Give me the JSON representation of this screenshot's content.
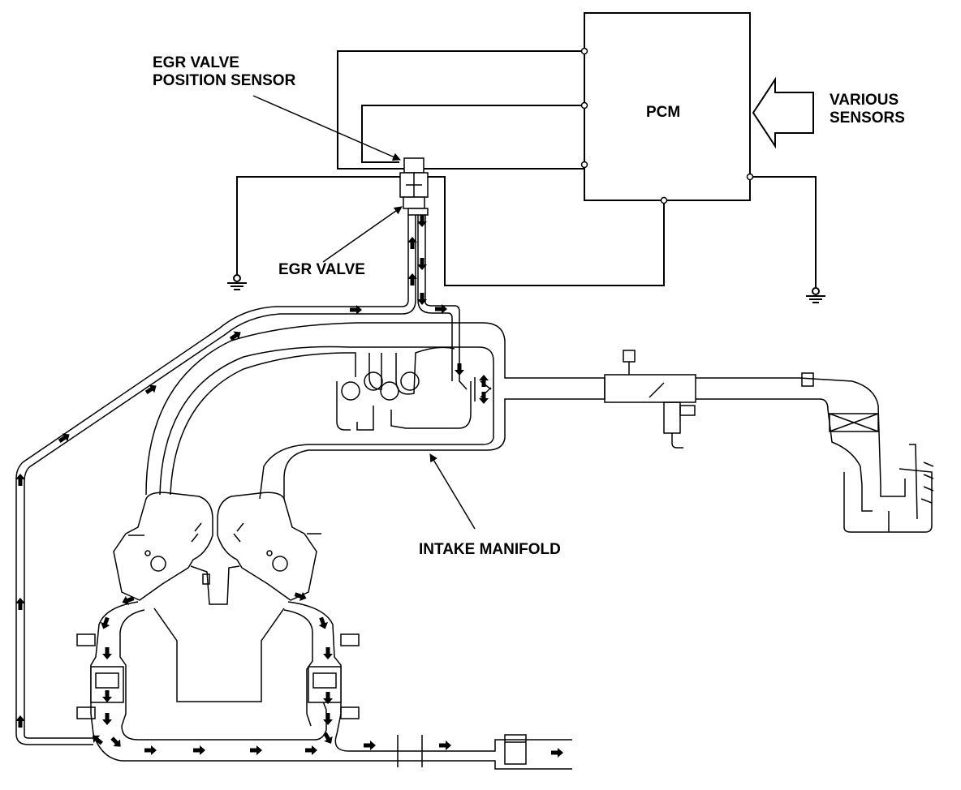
{
  "labels": {
    "egr_sensor_line1": "EGR VALVE",
    "egr_sensor_line2": "POSITION SENSOR",
    "pcm": "PCM",
    "various_line1": "VARIOUS",
    "various_line2": "SENSORS",
    "egr_valve": "EGR VALVE",
    "intake_manifold": "INTAKE MANIFOLD"
  },
  "colors": {
    "ink": "#000000",
    "paper": "#ffffff"
  },
  "icons": {
    "arrow": "flow-arrow-icon",
    "ground": "ground-symbol-icon",
    "input": "input-arrow-icon"
  }
}
